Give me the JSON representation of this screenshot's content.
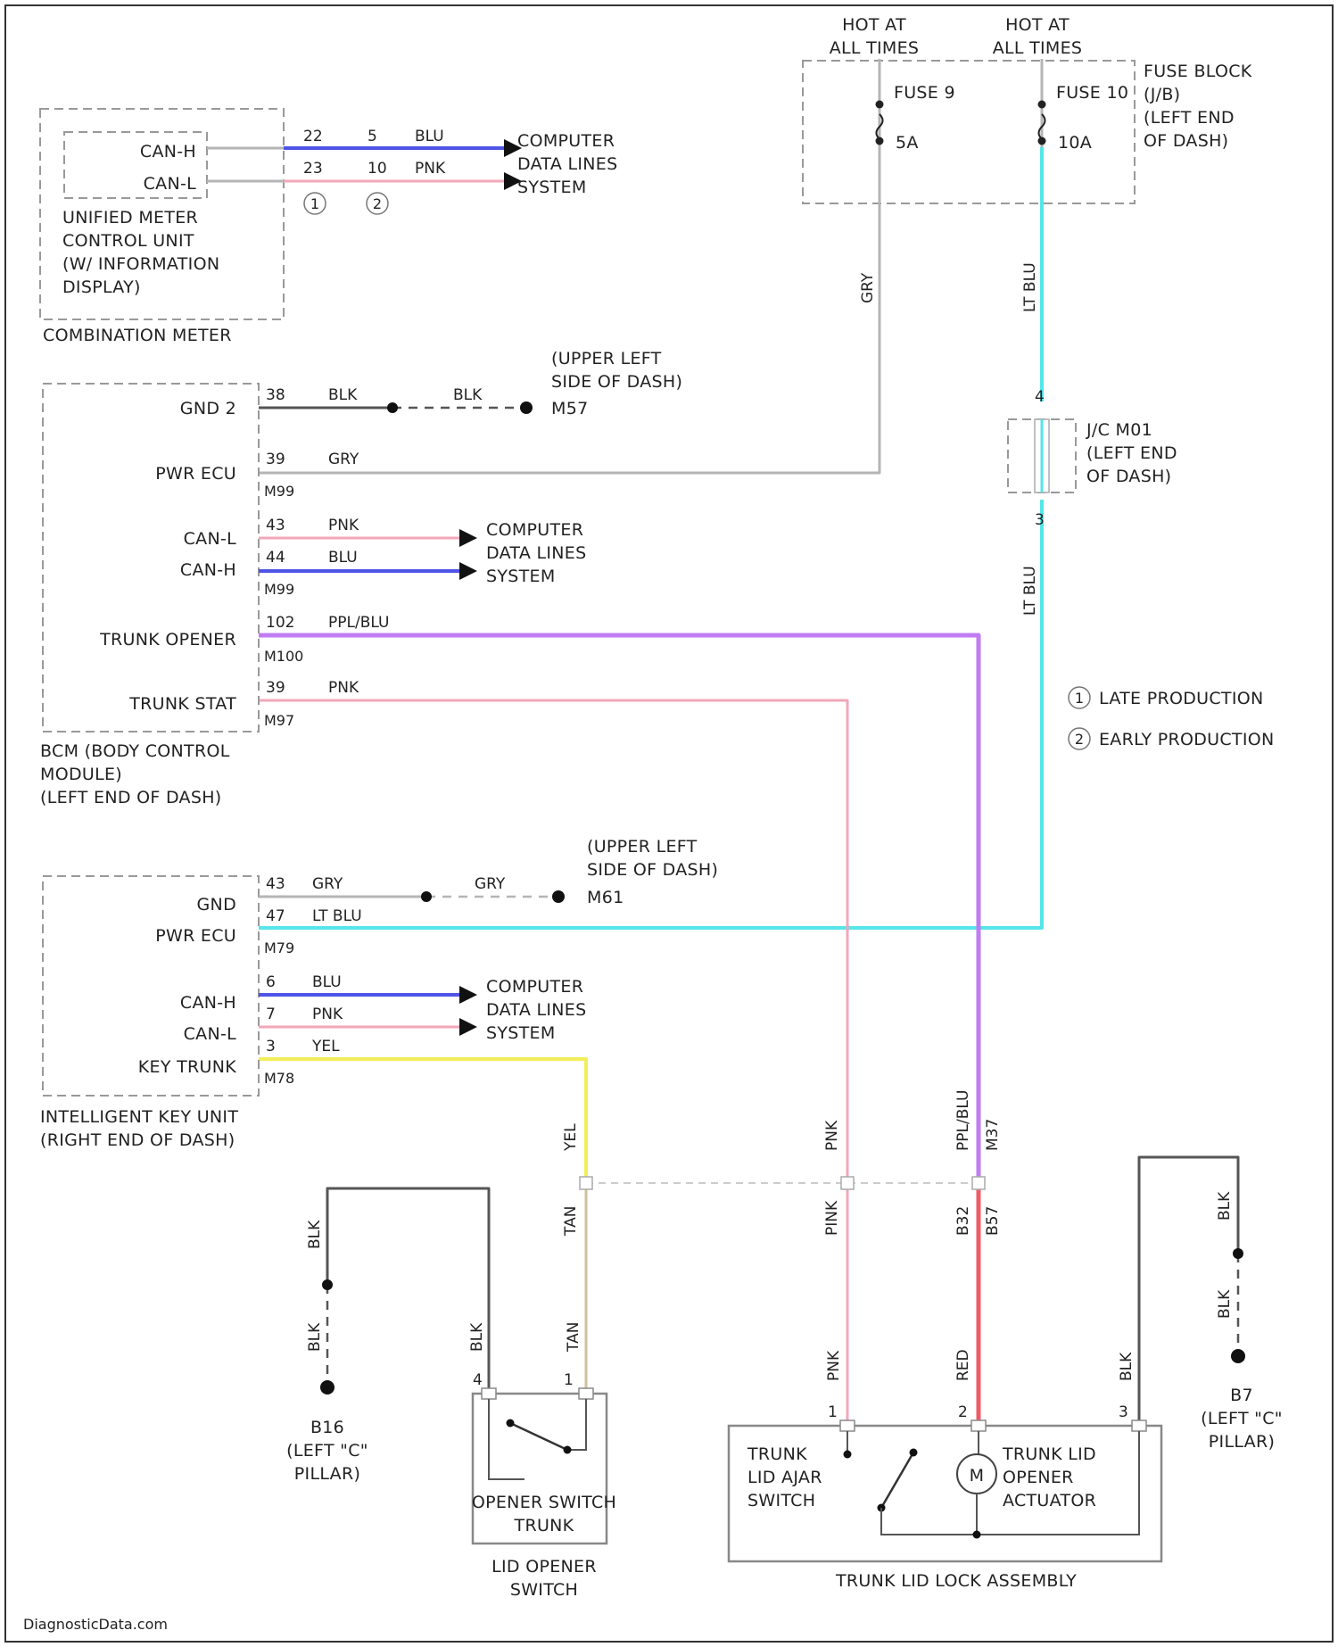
{
  "colors": {
    "BLU": "#4e55e6",
    "PNK": "#f2a7b8",
    "BLK": "#555555",
    "GRY": "#b5b5b5",
    "LT BLU": "#55e5ea",
    "PPL/BLU": "#c07cf2",
    "YEL": "#f2ee5a",
    "TAN": "#cfc29a",
    "RED": "#ee5c6a"
  },
  "fuse_block": {
    "hot_labels": [
      "HOT AT",
      "ALL TIMES",
      "HOT AT",
      "ALL TIMES"
    ],
    "title_lines": [
      "FUSE BLOCK",
      "(J/B)",
      "(LEFT END",
      "OF DASH)"
    ],
    "fuse9_name": "FUSE 9",
    "fuse9_amp": "5A",
    "fuse10_name": "FUSE 10",
    "fuse10_amp": "10A"
  },
  "combination_meter": {
    "pins": [
      "CAN-H",
      "CAN-L"
    ],
    "unit_lines": [
      "UNIFIED METER",
      "CONTROL UNIT",
      "(W/ INFORMATION",
      "DISPLAY)"
    ],
    "title": "COMBINATION METER",
    "wire_nums": [
      "22",
      "23",
      "5",
      "10"
    ],
    "wire_colors": [
      "BLU",
      "PNK"
    ],
    "markers": [
      "1",
      "2"
    ],
    "dest_lines": [
      "COMPUTER",
      "DATA LINES",
      "SYSTEM"
    ]
  },
  "bcm": {
    "pins": [
      "GND 2",
      "PWR ECU",
      "CAN-L",
      "CAN-H",
      "TRUNK OPENER",
      "TRUNK STAT"
    ],
    "pin_nums": [
      "38",
      "39",
      "43",
      "44",
      "102",
      "39"
    ],
    "wire_colors": [
      "BLK",
      "GRY",
      "PNK",
      "BLU",
      "PPL/BLU",
      "PNK"
    ],
    "connectors": [
      "M99",
      "M99",
      "M100",
      "M97"
    ],
    "gnd_color": "BLK",
    "gnd_lines": [
      "(UPPER LEFT",
      "SIDE OF DASH)",
      "M57"
    ],
    "dest_lines": [
      "COMPUTER",
      "DATA LINES",
      "SYSTEM"
    ],
    "title_lines": [
      "BCM (BODY CONTROL",
      "MODULE)",
      "(LEFT END OF DASH)"
    ]
  },
  "jc": {
    "title_lines": [
      "J/C M01",
      "(LEFT END",
      "OF DASH)"
    ]
  },
  "legend": [
    {
      "marker": "1",
      "text": "LATE PRODUCTION"
    },
    {
      "marker": "2",
      "text": "EARLY PRODUCTION"
    }
  ],
  "ikey": {
    "pins": [
      "GND",
      "PWR ECU",
      "CAN-H",
      "CAN-L",
      "KEY TRUNK"
    ],
    "pin_nums": [
      "43",
      "47",
      "6",
      "7",
      "3"
    ],
    "wire_colors": [
      "GRY",
      "LT BLU",
      "BLU",
      "PNK",
      "YEL"
    ],
    "connectors": [
      "M79",
      "M78"
    ],
    "gnd_color": "GRY",
    "gnd_lines": [
      "(UPPER LEFT",
      "SIDE OF DASH)",
      "M61"
    ],
    "dest_lines": [
      "COMPUTER",
      "DATA LINES",
      "SYSTEM"
    ],
    "title_lines": [
      "INTELLIGENT KEY UNIT",
      "(RIGHT END OF DASH)"
    ]
  },
  "harness": {
    "upper_labels": [
      "YEL",
      "PNK",
      "PPL/BLU",
      "M37"
    ],
    "lower_labels": [
      "TAN",
      "PINK",
      "B32",
      "RED",
      "B57"
    ]
  },
  "ground_b16": {
    "labels": [
      "BLK",
      "BLK"
    ],
    "lines": [
      "B16",
      "(LEFT \"C\"",
      "PILLAR)"
    ]
  },
  "lid_switch": {
    "wire_labels": [
      "BLK",
      "TAN"
    ],
    "pin_nums": [
      "4",
      "1"
    ],
    "inner_lines": [
      "OPENER SWITCH",
      "TRUNK"
    ],
    "title_lines": [
      "LID OPENER",
      "SWITCH"
    ]
  },
  "trunk_assembly": {
    "wire_labels": [
      "PNK",
      "RED",
      "BLK"
    ],
    "pin_nums": [
      "1",
      "2",
      "3"
    ],
    "ajar_lines": [
      "TRUNK",
      "LID AJAR",
      "SWITCH"
    ],
    "motor_letter": "M",
    "actuator_lines": [
      "TRUNK LID",
      "OPENER",
      "ACTUATOR"
    ],
    "title": "TRUNK LID LOCK ASSEMBLY"
  },
  "ground_b7": {
    "labels": [
      "BLK",
      "BLK"
    ],
    "lines": [
      "B7",
      "(LEFT \"C\"",
      "PILLAR)"
    ]
  },
  "footer": "DiagnosticData.com"
}
